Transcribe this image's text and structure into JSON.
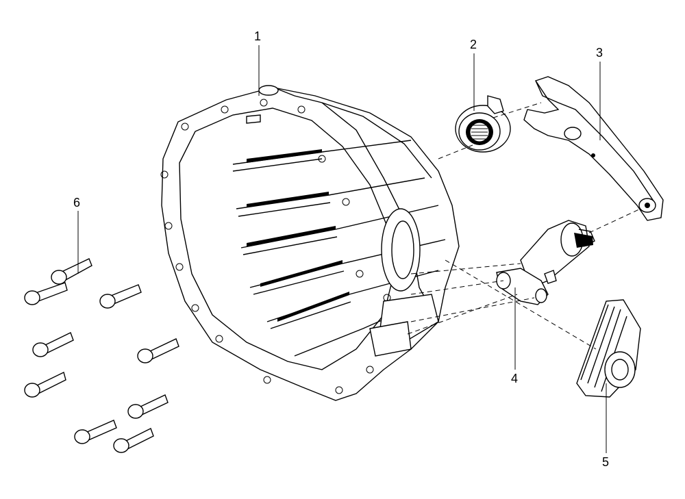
{
  "callouts": [
    {
      "id": "1",
      "text": "1"
    },
    {
      "id": "2",
      "text": "2"
    },
    {
      "id": "3",
      "text": "3"
    },
    {
      "id": "4",
      "text": "4"
    },
    {
      "id": "5",
      "text": "5"
    },
    {
      "id": "6",
      "text": "6"
    }
  ],
  "colors": {
    "line": "#000000",
    "background": "#ffffff"
  }
}
